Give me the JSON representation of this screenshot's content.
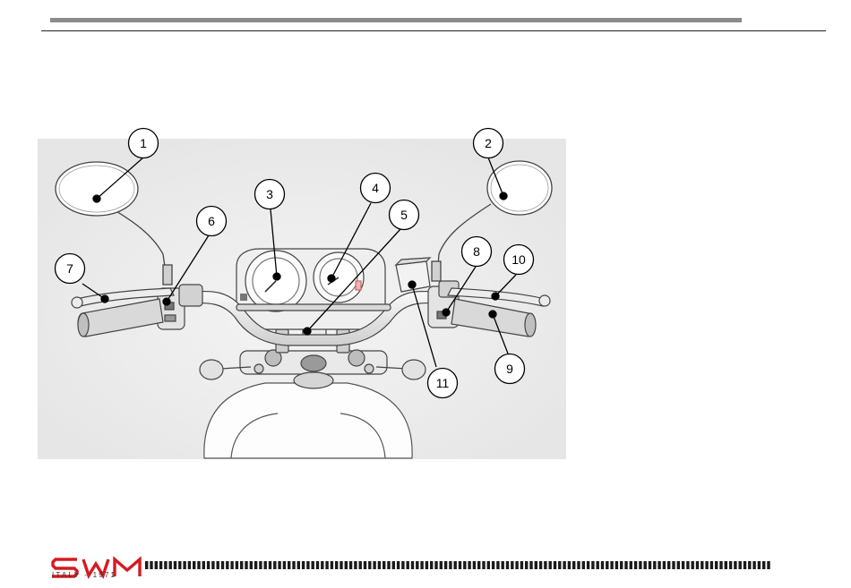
{
  "brand": {
    "name": "SWM",
    "tagline": "ITALY - 1971",
    "color": "#d71920"
  },
  "callouts": [
    {
      "number": "1"
    },
    {
      "number": "2"
    },
    {
      "number": "3"
    },
    {
      "number": "4"
    },
    {
      "number": "5"
    },
    {
      "number": "6"
    },
    {
      "number": "7"
    },
    {
      "number": "8"
    },
    {
      "number": "9"
    },
    {
      "number": "10"
    },
    {
      "number": "11"
    }
  ]
}
